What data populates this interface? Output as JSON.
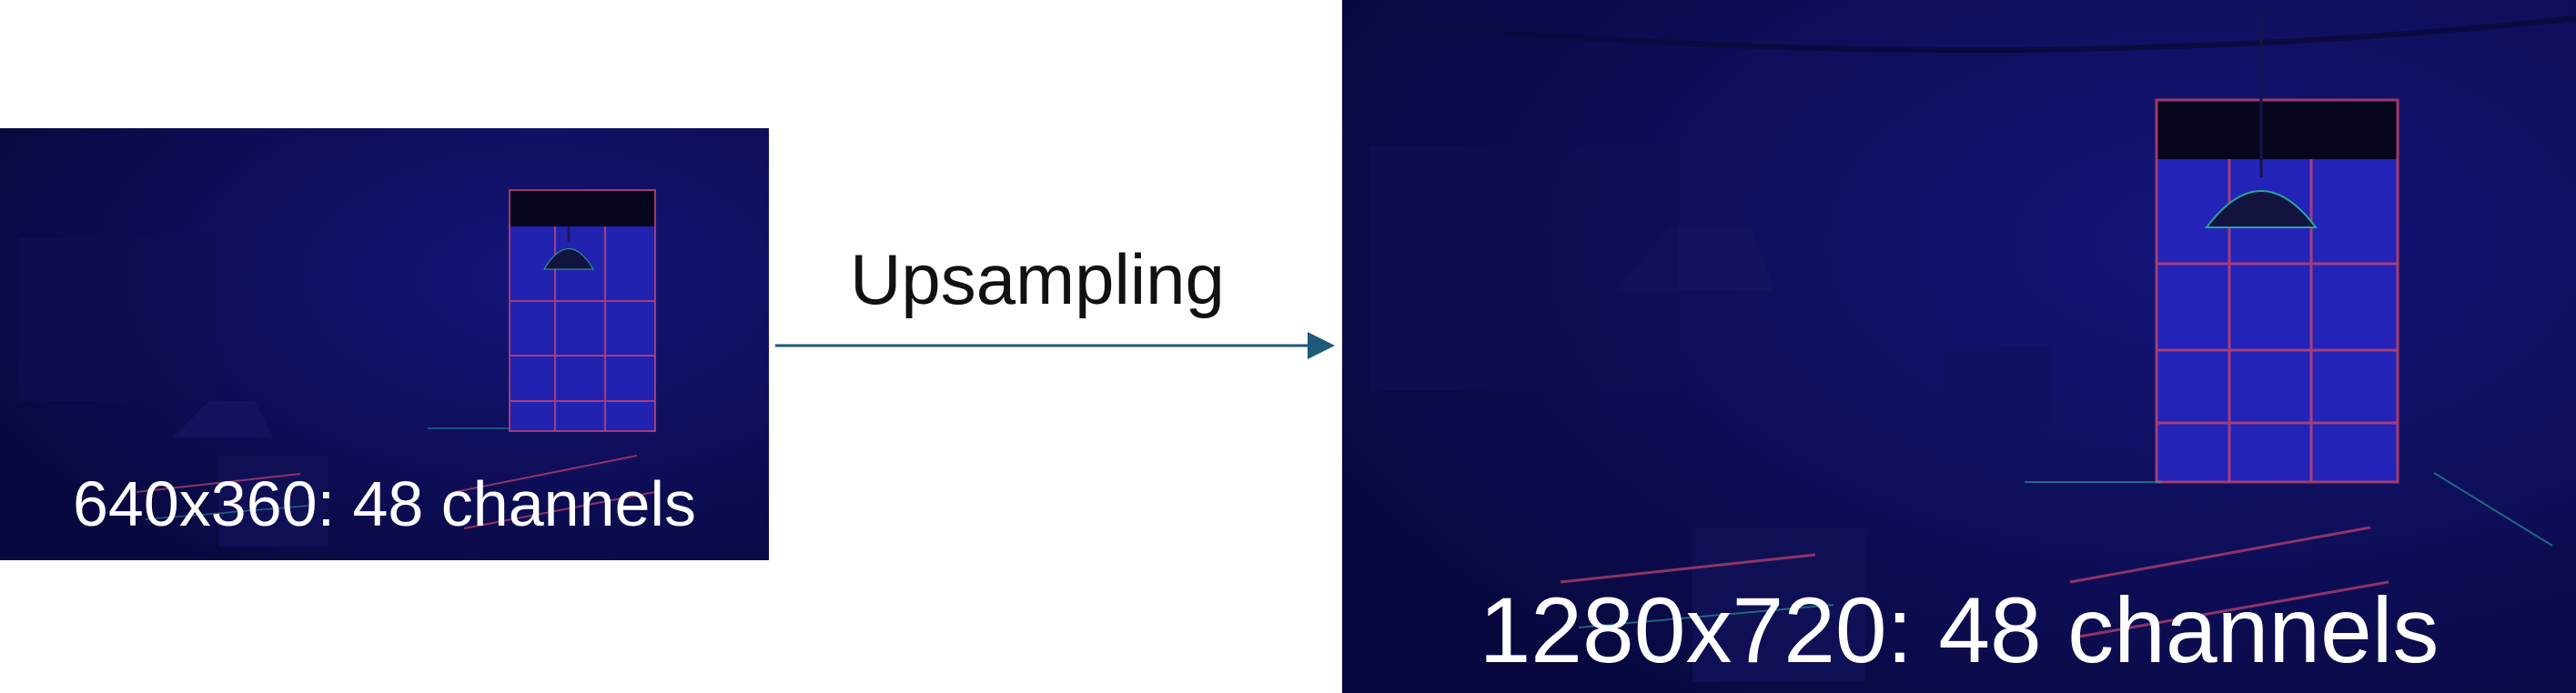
{
  "left_panel": {
    "caption": "640x360:  48 channels"
  },
  "right_panel": {
    "caption": "1280x720:  48 channels"
  },
  "operation": {
    "label": "Upsampling"
  },
  "colors": {
    "feature_map_background": "#0c0c5a",
    "window_glow": "#2323b8",
    "edge_highlight": "#c4456e",
    "edge_highlight_alt": "#2aa39a",
    "arrow": "#1f5a78",
    "caption_text": "#ffffff"
  },
  "icons": [
    "arrow-right-icon",
    "pendant-lamp-icon"
  ]
}
